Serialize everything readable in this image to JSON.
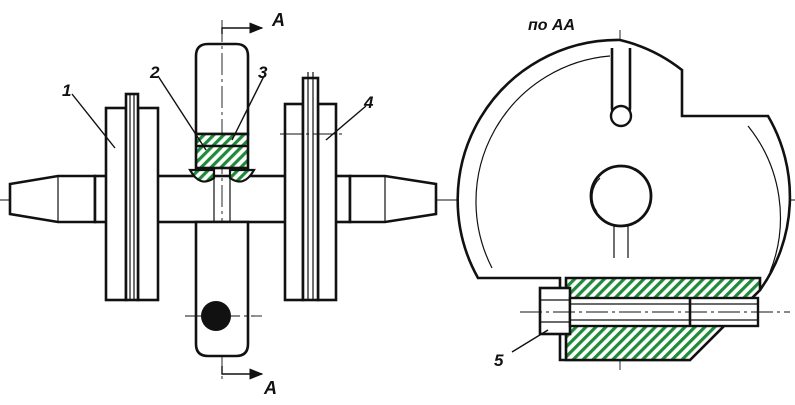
{
  "labels": {
    "callout_1": "1",
    "callout_2": "2",
    "callout_3": "3",
    "callout_4": "4",
    "callout_5": "5",
    "section_mark_top": "A",
    "section_mark_bottom": "A",
    "section_view_title": "по АА"
  },
  "colors": {
    "ink": "#111111",
    "hatch_green": "#1f8a3a",
    "paper": "#ffffff"
  }
}
